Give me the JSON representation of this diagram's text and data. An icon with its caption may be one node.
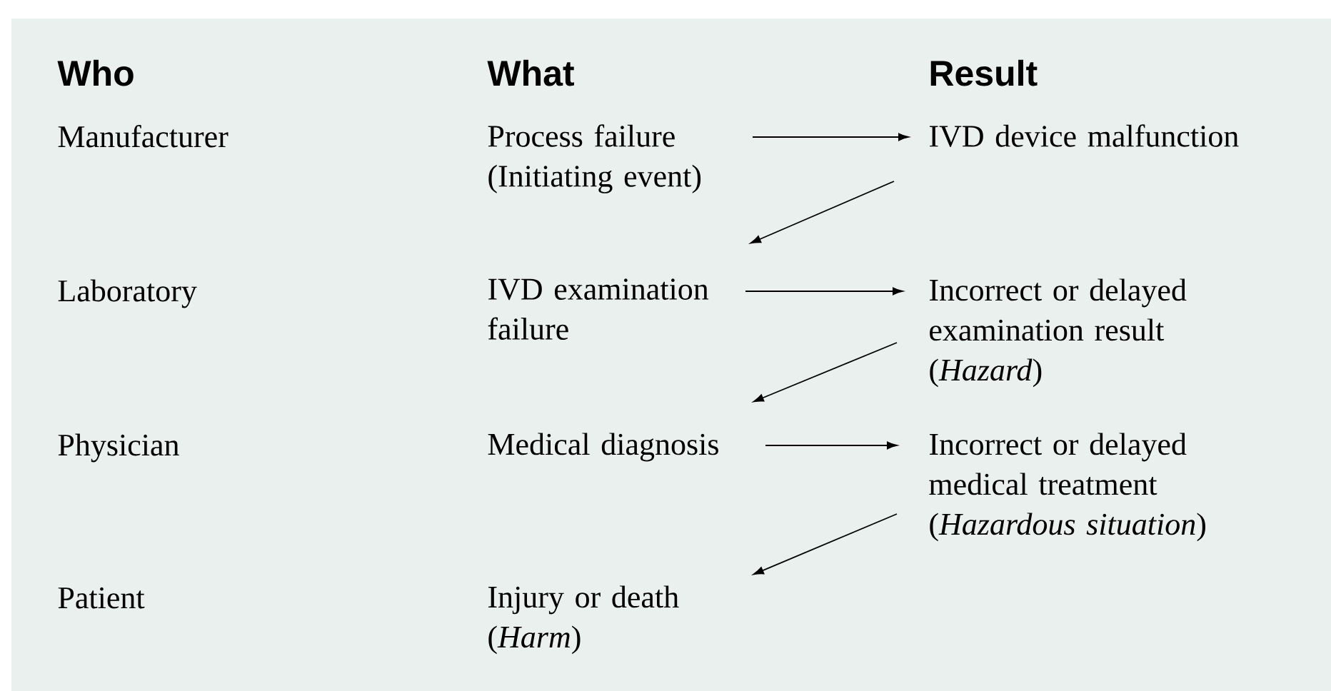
{
  "diagram": {
    "nodes": [
      {
        "text": [
          "Process failure",
          "(Initiating event)"
        ]
      },
      {
        "text": [
          "IVD device malfunction"
        ]
      },
      {
        "text": [
          "IVD examination failure"
        ]
      },
      {
        "text": [
          "Incorrect or delayed examination result",
          "(*Hazard*)"
        ]
      },
      {
        "text": [
          "Medical diagnosis"
        ]
      },
      {
        "text": [
          "Incorrect or delayed medical treatment",
          "(*Hazardous situation*)"
        ]
      },
      {
        "text": [
          "Injury or death",
          "(*Harm*)"
        ]
      }
    ],
    "edges": [
      {
        "from": 0,
        "to": 1,
        "arrow": "to"
      },
      {
        "from": 1,
        "to": 2,
        "arrow": "to"
      },
      {
        "from": 2,
        "to": 3,
        "arrow": "to"
      },
      {
        "from": 3,
        "to": 4,
        "arrow": "to"
      },
      {
        "from": 4,
        "to": 5,
        "arrow": "to"
      },
      {
        "from": 5,
        "to": 6,
        "arrow": "to"
      }
    ],
    "labels": [
      "Who",
      "What",
      "Result",
      "Manufacturer",
      "Laboratory",
      "Physician",
      "Patient"
    ]
  }
}
